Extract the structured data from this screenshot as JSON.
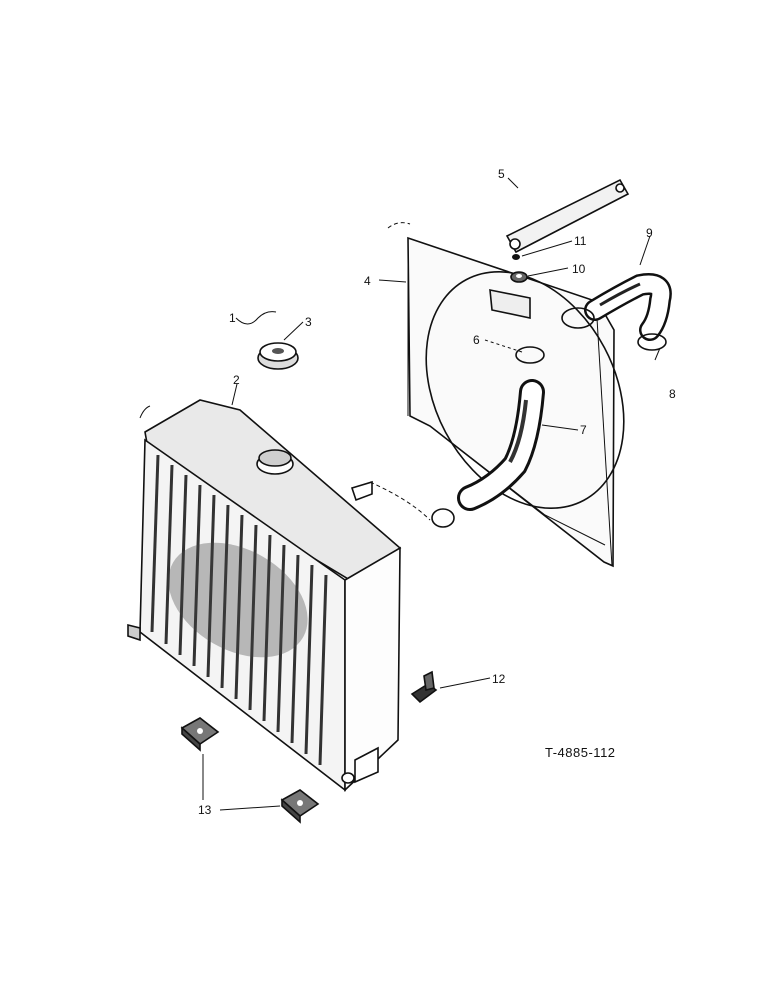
{
  "callouts": {
    "c1": "1",
    "c2": "2",
    "c3": "3",
    "c4": "4",
    "c5": "5",
    "c6": "6",
    "c7": "7",
    "c8": "8",
    "c9": "9",
    "c10": "10",
    "c11": "11",
    "c12": "12",
    "c13": "13"
  },
  "reference_code": "T-4885-112",
  "colors": {
    "ink": "#111111",
    "paper": "#ffffff"
  }
}
